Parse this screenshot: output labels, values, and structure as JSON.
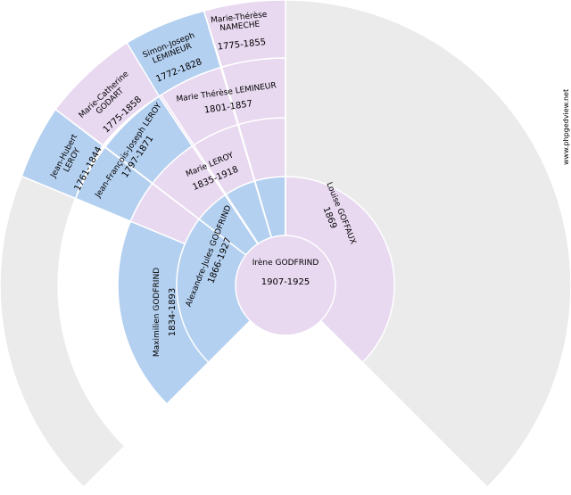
{
  "colors": {
    "male": "#b4d0f0",
    "female": "#e8d8f0",
    "empty": "#ebebeb",
    "stroke": "#ffffff"
  },
  "watermark": "www.phpgedview.net",
  "persons": [
    {
      "id": "root",
      "name": "Irène GODFRIND",
      "dates": "1907-1925",
      "sex": "F"
    },
    {
      "id": "father",
      "name": "Alexandre-Jules GODFRIND",
      "dates": "1866-1927",
      "sex": "M"
    },
    {
      "id": "mother",
      "name": "Louise GOFFAUX",
      "dates": "1869",
      "sex": "F"
    },
    {
      "id": "ff",
      "name": "Maximilien GODFRIND",
      "dates": "1834-1893",
      "sex": "M"
    },
    {
      "id": "fm",
      "name": "Marie LEROY",
      "dates": "1835-1918",
      "sex": "F"
    },
    {
      "id": "fmf",
      "name": "Jean-François-Joseph LEROY",
      "dates": "1797-1871",
      "sex": "M"
    },
    {
      "id": "fmm",
      "name": "Marie Thérèse LEMINEUR",
      "dates": "1801-1857",
      "sex": "F"
    },
    {
      "id": "fmff",
      "name": "Jean-Hubert LEROY",
      "dates": "1761-1844",
      "sex": "M"
    },
    {
      "id": "fmfm",
      "name": "Marie-Catherine GODART",
      "dates": "1775-1858",
      "sex": "F"
    },
    {
      "id": "fmmf",
      "name": "Simon-Joseph LEMINEUR",
      "dates": "1772-1828",
      "sex": "M"
    },
    {
      "id": "fmmm",
      "name": "Marie-Thérèse NAMECHE",
      "dates": "1775-1855",
      "sex": "F"
    }
  ]
}
